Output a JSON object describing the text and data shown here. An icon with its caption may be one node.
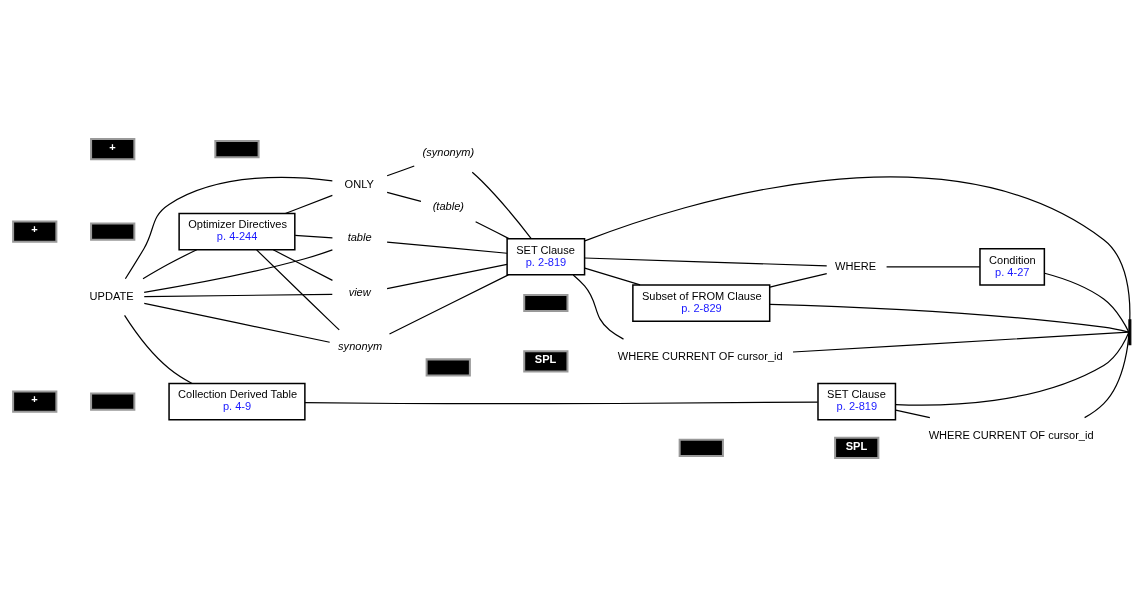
{
  "diagram": {
    "nodes": [
      {
        "text": [
          "UPDATE"
        ]
      },
      {
        "text": [
          "+"
        ]
      },
      {
        "text": [],
        "shape": "box"
      },
      {
        "text": [
          "Optimizer Directives",
          "p. 4-244"
        ]
      },
      {
        "text": [
          "table"
        ]
      },
      {
        "text": [
          "view"
        ]
      },
      {
        "text": [
          "synonym"
        ]
      },
      {
        "text": [
          "+"
        ]
      },
      {
        "text": [],
        "shape": "box"
      },
      {
        "text": [
          "ONLY"
        ]
      },
      {
        "text": [
          "(table)"
        ]
      },
      {
        "text": [
          "(synonym)"
        ]
      },
      {
        "text": [
          "SET Clause",
          "p. 2-819"
        ]
      },
      {
        "text": [],
        "shape": "box"
      },
      {
        "text": [
          "WHERE"
        ]
      },
      {
        "text": [
          "Condition",
          "p. 4-27"
        ]
      },
      {
        "text": [
          "Subset of FROM Clause",
          "p. 2-829"
        ]
      },
      {
        "text": [],
        "shape": "box"
      },
      {
        "text": [
          "SPL"
        ]
      },
      {
        "text": [
          "WHERE CURRENT OF cursor_id"
        ]
      },
      {
        "text": [],
        "shape": "bar"
      },
      {
        "text": [
          "+"
        ]
      },
      {
        "text": [],
        "shape": "box"
      },
      {
        "text": [
          "Collection Derived Table",
          "p. 4-9"
        ]
      },
      {
        "text": [
          "SET Clause",
          "p. 2-819"
        ]
      },
      {
        "text": [],
        "shape": "box"
      },
      {
        "text": [
          "SPL"
        ]
      },
      {
        "text": [
          "WHERE CURRENT OF cursor_id"
        ]
      }
    ],
    "edges": [
      {
        "from": 0,
        "to": 4,
        "arrow": "none"
      },
      {
        "from": 0,
        "to": 5,
        "arrow": "none"
      },
      {
        "from": 0,
        "to": 6,
        "arrow": "none"
      },
      {
        "from": 0,
        "to": 9,
        "arrow": "none"
      },
      {
        "from": 0,
        "to": 3,
        "arrow": "none"
      },
      {
        "from": 3,
        "to": 4,
        "arrow": "none"
      },
      {
        "from": 3,
        "to": 5,
        "arrow": "none"
      },
      {
        "from": 3,
        "to": 6,
        "arrow": "none"
      },
      {
        "from": 3,
        "to": 9,
        "arrow": "none"
      },
      {
        "from": 9,
        "to": 10,
        "arrow": "none"
      },
      {
        "from": 9,
        "to": 11,
        "arrow": "none"
      },
      {
        "from": 4,
        "to": 12,
        "arrow": "none"
      },
      {
        "from": 5,
        "to": 12,
        "arrow": "none"
      },
      {
        "from": 6,
        "to": 12,
        "arrow": "none"
      },
      {
        "from": 10,
        "to": 12,
        "arrow": "none"
      },
      {
        "from": 11,
        "to": 12,
        "arrow": "none"
      },
      {
        "from": 12,
        "to": 14,
        "arrow": "none"
      },
      {
        "from": 12,
        "to": 16,
        "arrow": "none"
      },
      {
        "from": 16,
        "to": 14,
        "arrow": "none"
      },
      {
        "from": 16,
        "to": 20,
        "arrow": "none"
      },
      {
        "from": 14,
        "to": 15,
        "arrow": "none"
      },
      {
        "from": 15,
        "to": 20,
        "arrow": "none"
      },
      {
        "from": 12,
        "to": 20,
        "arrow": "none"
      },
      {
        "from": 12,
        "to": 19,
        "arrow": "none"
      },
      {
        "from": 19,
        "to": 20,
        "arrow": "none"
      },
      {
        "from": 0,
        "to": 23,
        "arrow": "none"
      },
      {
        "from": 23,
        "to": 24,
        "arrow": "none"
      },
      {
        "from": 24,
        "to": 20,
        "arrow": "none"
      },
      {
        "from": 24,
        "to": 27,
        "arrow": "none"
      },
      {
        "from": 27,
        "to": 20,
        "arrow": "none"
      }
    ]
  }
}
